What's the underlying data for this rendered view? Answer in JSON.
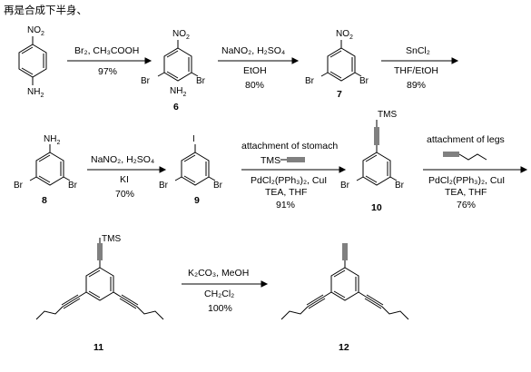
{
  "caption": "再是合成下半身、",
  "compounds": {
    "c6": "6",
    "c7": "7",
    "c8": "8",
    "c9": "9",
    "c10": "10",
    "c11": "11",
    "c12": "12"
  },
  "atoms": {
    "no2_label": "NO",
    "no2_sub": "2",
    "nh2_label": "NH",
    "nh2_sub": "2",
    "br": "Br",
    "iodine": "I",
    "tms": "TMS"
  },
  "steps": [
    {
      "id": "s1",
      "above": "Br₂, CH₃COOH",
      "below": "97%"
    },
    {
      "id": "s2",
      "above": "NaNO₂, H₂SO₄",
      "below": [
        "EtOH",
        "80%"
      ]
    },
    {
      "id": "s3",
      "above": "SnCl₂",
      "below": [
        "THF/EtOH",
        "89%"
      ]
    },
    {
      "id": "s4",
      "above": "NaNO₂, H₂SO₄",
      "below": [
        "KI",
        "70%"
      ]
    },
    {
      "id": "s5",
      "header": "attachment of stomach",
      "above": "TMS",
      "below": [
        "PdCl₂(PPh₃)₂, CuI",
        "TEA, THF",
        "91%"
      ]
    },
    {
      "id": "s6",
      "header": "attachment of legs",
      "below": [
        "PdCl₂(PPh₃)₂, CuI",
        "TEA, THF",
        "76%"
      ]
    },
    {
      "id": "s7",
      "above": "K₂CO₃, MeOH",
      "below": [
        "CH₂Cl₂",
        "100%"
      ]
    }
  ]
}
